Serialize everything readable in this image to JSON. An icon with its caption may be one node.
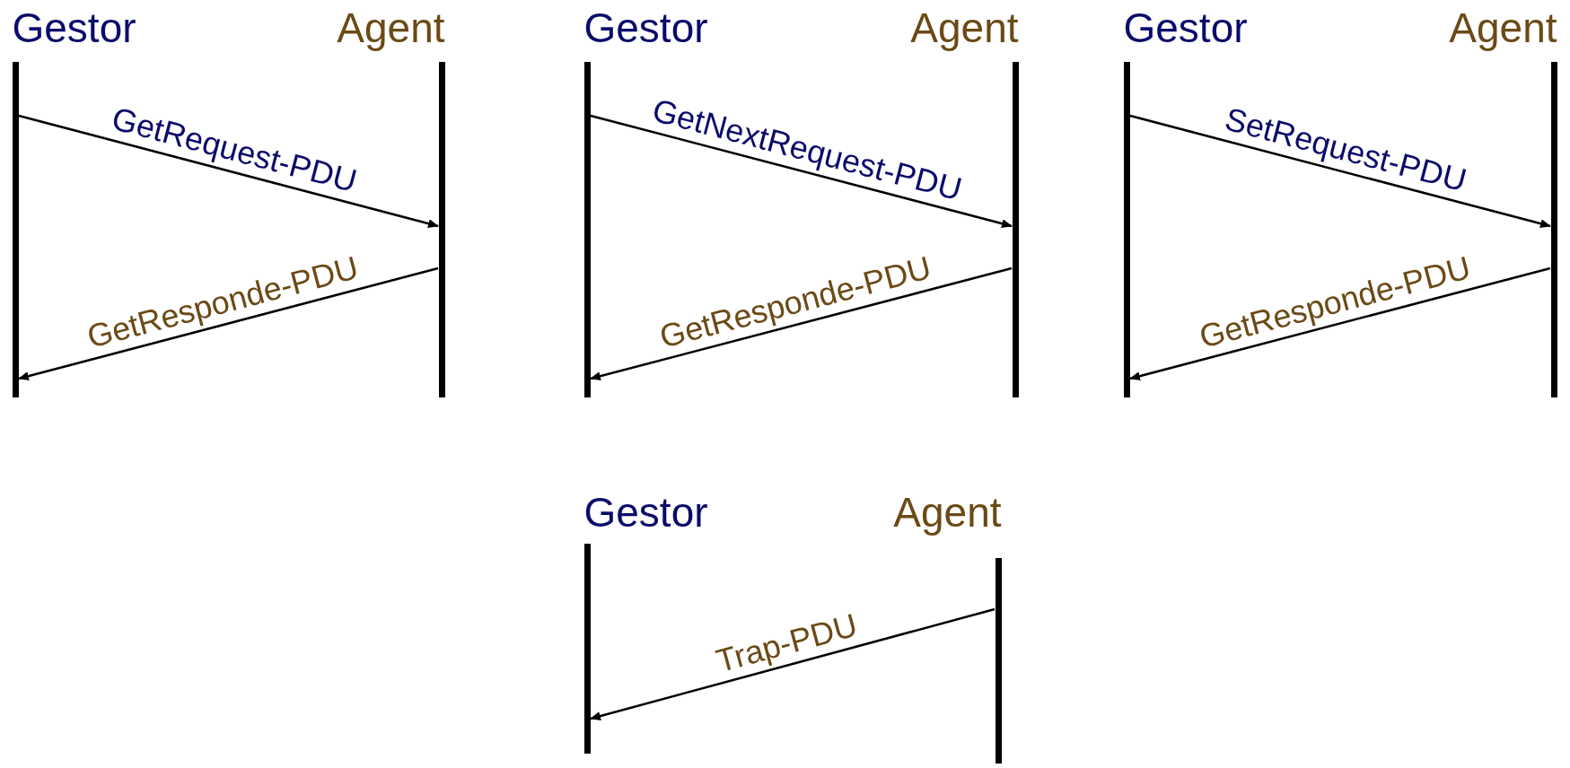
{
  "diagram": {
    "nodes": [
      {
        "text": [
          "Gestor"
        ]
      },
      {
        "text": [
          "Agent"
        ]
      },
      {
        "text": [
          "Gestor"
        ]
      },
      {
        "text": [
          "Agent"
        ]
      },
      {
        "text": [
          "Gestor"
        ]
      },
      {
        "text": [
          "Agent"
        ]
      },
      {
        "text": [
          "Gestor"
        ]
      },
      {
        "text": [
          "Agent"
        ]
      }
    ],
    "edges": [
      {
        "from": 0,
        "to": 1,
        "arrow": "to",
        "label": "GetRequest-PDU"
      },
      {
        "from": 1,
        "to": 0,
        "arrow": "to",
        "label": "GetResponde-PDU"
      },
      {
        "from": 2,
        "to": 3,
        "arrow": "to",
        "label": "GetNextRequest-PDU"
      },
      {
        "from": 3,
        "to": 2,
        "arrow": "to",
        "label": "GetResponde-PDU"
      },
      {
        "from": 4,
        "to": 5,
        "arrow": "to",
        "label": "SetRequest-PDU"
      },
      {
        "from": 5,
        "to": 4,
        "arrow": "to",
        "label": "GetResponde-PDU"
      },
      {
        "from": 7,
        "to": 6,
        "arrow": "to",
        "label": "Trap-PDU"
      }
    ]
  }
}
